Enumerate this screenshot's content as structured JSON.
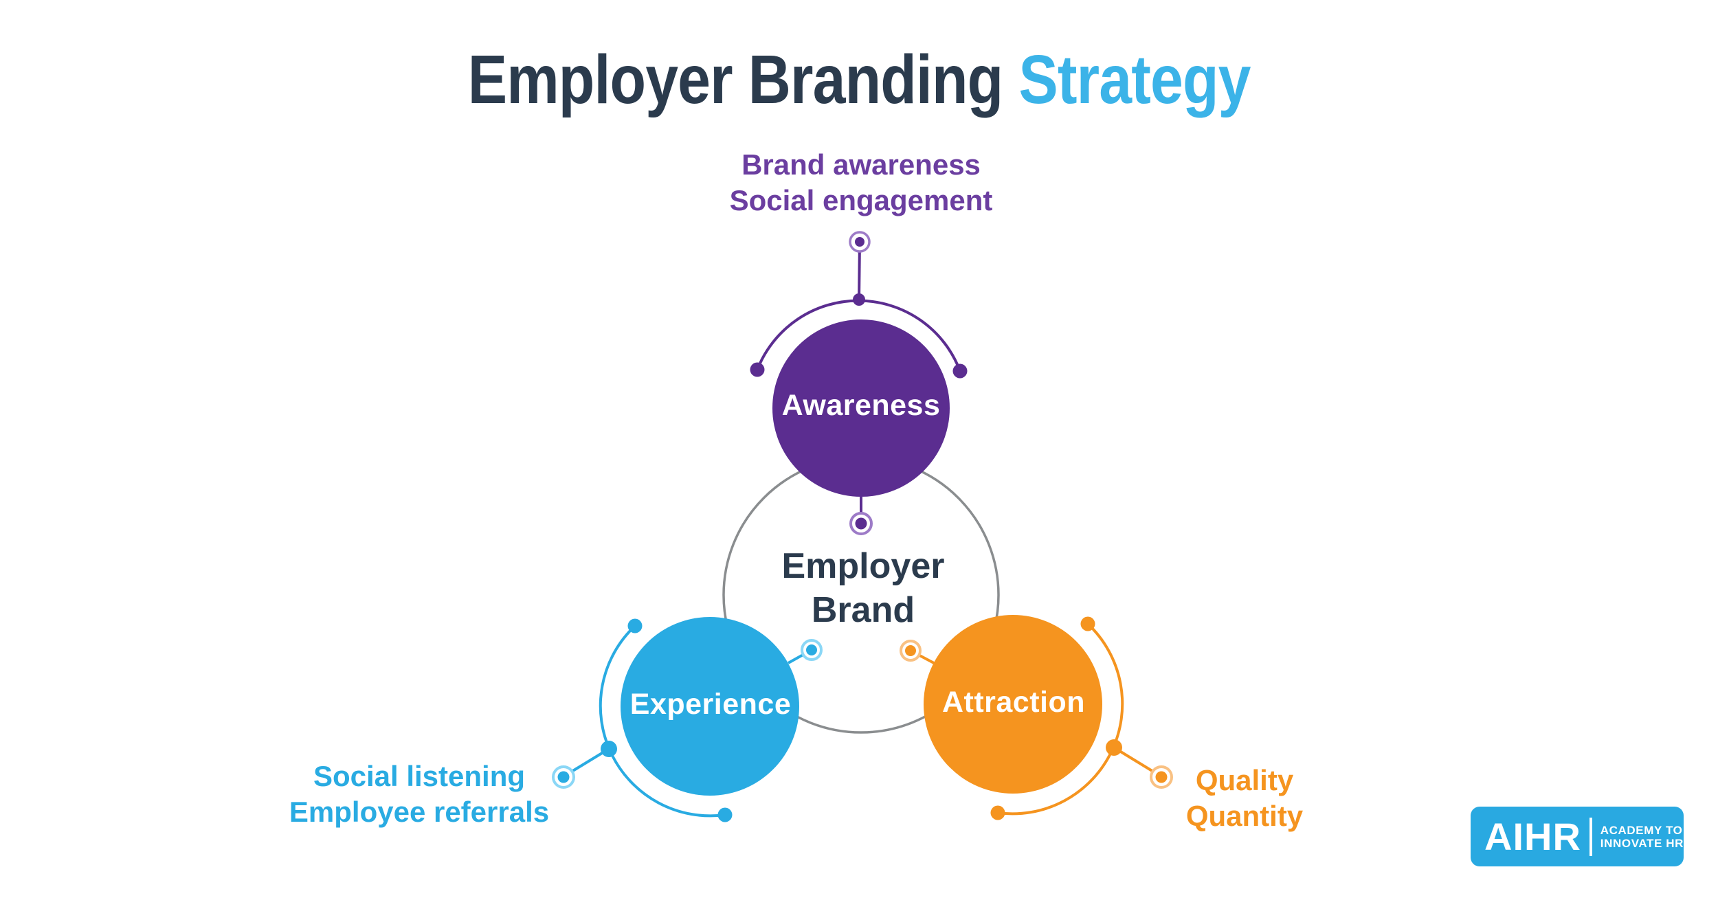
{
  "title": {
    "main": "Employer Branding",
    "accent": "Strategy"
  },
  "center_label": {
    "line1": "Employer",
    "line2": "Brand"
  },
  "nodes": {
    "awareness": {
      "label": "Awareness",
      "color": "#5b2d90",
      "ring_tint": "#9d7bc7",
      "notes_color": "#6b3ea0",
      "notes": [
        "Brand awareness",
        "Social engagement"
      ]
    },
    "experience": {
      "label": "Experience",
      "color": "#29abe2",
      "ring_tint": "#8bd7f6",
      "notes_color": "#29abe2",
      "notes": [
        "Social listening",
        "Employee referrals"
      ]
    },
    "attraction": {
      "label": "Attraction",
      "color": "#f5941f",
      "ring_tint": "#f9c183",
      "notes_color": "#f5941f",
      "notes": [
        "Quality",
        "Quantity"
      ]
    }
  },
  "hub": {
    "outline_color": "#8a8d8f"
  },
  "logo": {
    "brand": "AIHR",
    "tagline": [
      "ACADEMY TO",
      "INNOVATE HR"
    ],
    "background": "#29a9e1"
  },
  "colors": {
    "background": "#ffffff",
    "title_dark": "#2b3b4d",
    "title_accent": "#3bb3e8"
  }
}
